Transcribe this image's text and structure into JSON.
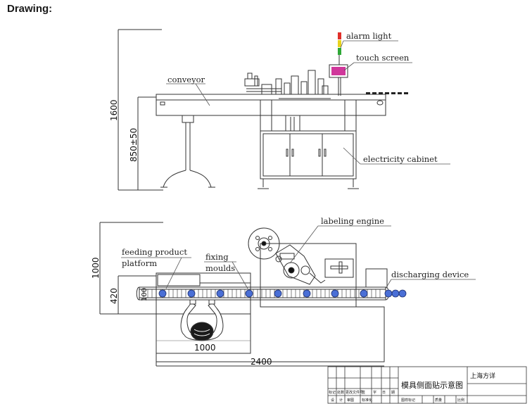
{
  "heading": "Drawing:",
  "side_view": {
    "labels": {
      "alarm_light": "alarm light",
      "touch_screen": "touch screen",
      "conveyor": "conveyor",
      "electricity_cabinet": "electricity cabinet"
    },
    "dimensions": {
      "overall_height": "1600",
      "conveyor_height": "850±50"
    },
    "alarm_colors": [
      "#e0302a",
      "#e8d21c",
      "#2ea836"
    ],
    "screen_color": "#d0379b"
  },
  "top_view": {
    "labels": {
      "labeling_engine": "labeling engine",
      "feeding_platform_line1": "feeding product",
      "feeding_platform_line2": "platform",
      "fixing_line1": "fixing",
      "fixing_line2": "moulds",
      "discharging": "discharging device"
    },
    "dimensions": {
      "overall_depth": "1000",
      "platform_depth": "420",
      "conveyor_width": "100",
      "platform_length": "1000",
      "overall_length": "2400"
    },
    "product_color": "#4a6fd6"
  },
  "title_block": {
    "drawing_name": "模具侧面贴示意图",
    "company": "上海方详",
    "row1": [
      "标记",
      "处数",
      "更改文件号",
      "签",
      "字",
      "日",
      "期"
    ],
    "row2": [
      "设",
      "计",
      "审图",
      "标准化"
    ],
    "row3": [
      "图样标记",
      "质量",
      "比例"
    ]
  }
}
